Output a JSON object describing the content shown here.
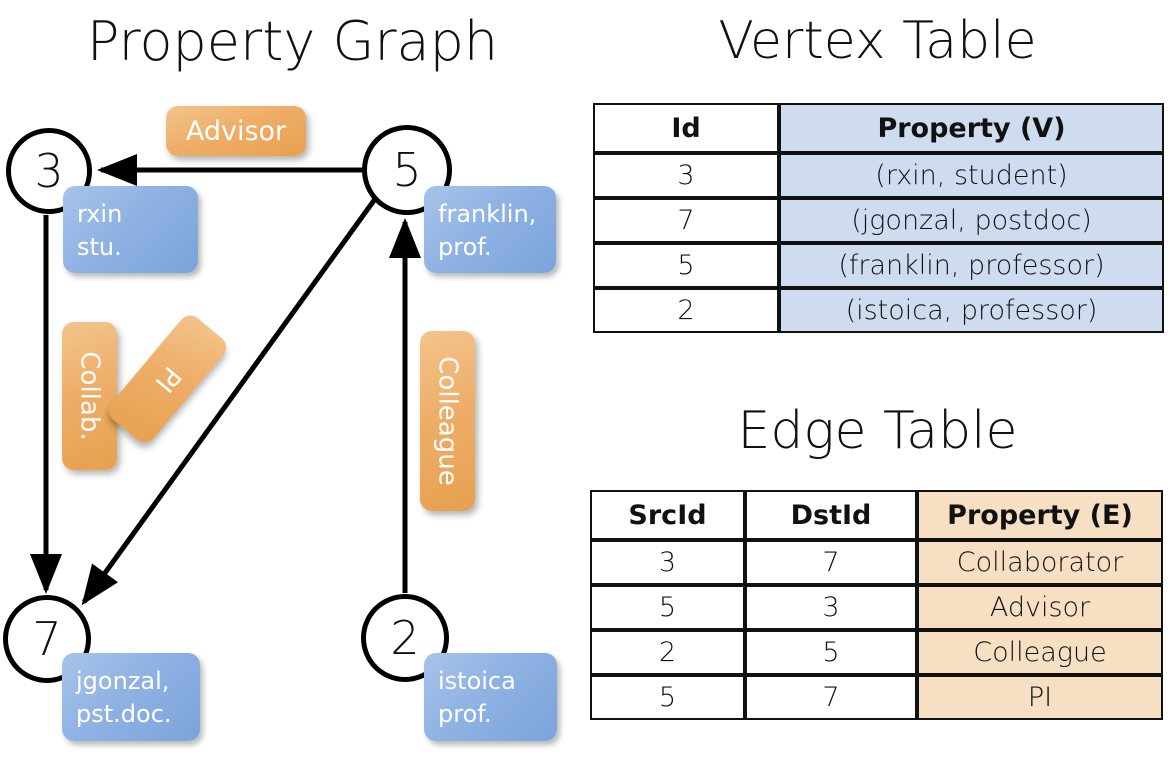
{
  "panels": {
    "graph_title": "Property Graph",
    "vertex_title": "Vertex Table",
    "edge_title": "Edge Table"
  },
  "graph": {
    "vertices": [
      {
        "id": "3",
        "property_label": "rxin\nstu."
      },
      {
        "id": "5",
        "property_label": "franklin,\nprof."
      },
      {
        "id": "7",
        "property_label": "jgonzal,\npst.doc."
      },
      {
        "id": "2",
        "property_label": "istoica\nprof."
      }
    ],
    "edge_labels": {
      "advisor": "Advisor",
      "collab": "Collab.",
      "pi": "PI",
      "colleague": "Colleague"
    }
  },
  "vertex_table": {
    "headers": [
      "Id",
      "Property (V)"
    ],
    "rows": [
      {
        "id": "3",
        "property": "(rxin, student)"
      },
      {
        "id": "7",
        "property": "(jgonzal, postdoc)"
      },
      {
        "id": "5",
        "property": "(franklin, professor)"
      },
      {
        "id": "2",
        "property": "(istoica, professor)"
      }
    ]
  },
  "edge_table": {
    "headers": [
      "SrcId",
      "DstId",
      "Property (E)"
    ],
    "rows": [
      {
        "src": "3",
        "dst": "7",
        "property": "Collaborator"
      },
      {
        "src": "5",
        "dst": "3",
        "property": "Advisor"
      },
      {
        "src": "2",
        "dst": "5",
        "property": "Colleague"
      },
      {
        "src": "5",
        "dst": "7",
        "property": "PI"
      }
    ]
  },
  "colors": {
    "vertex_property_blue": "#8fb2e3",
    "edge_label_orange": "#eeae69",
    "table_blue_cell": "#cfdcf0",
    "table_orange_cell": "#f7dfc4",
    "stroke": "#000000"
  }
}
